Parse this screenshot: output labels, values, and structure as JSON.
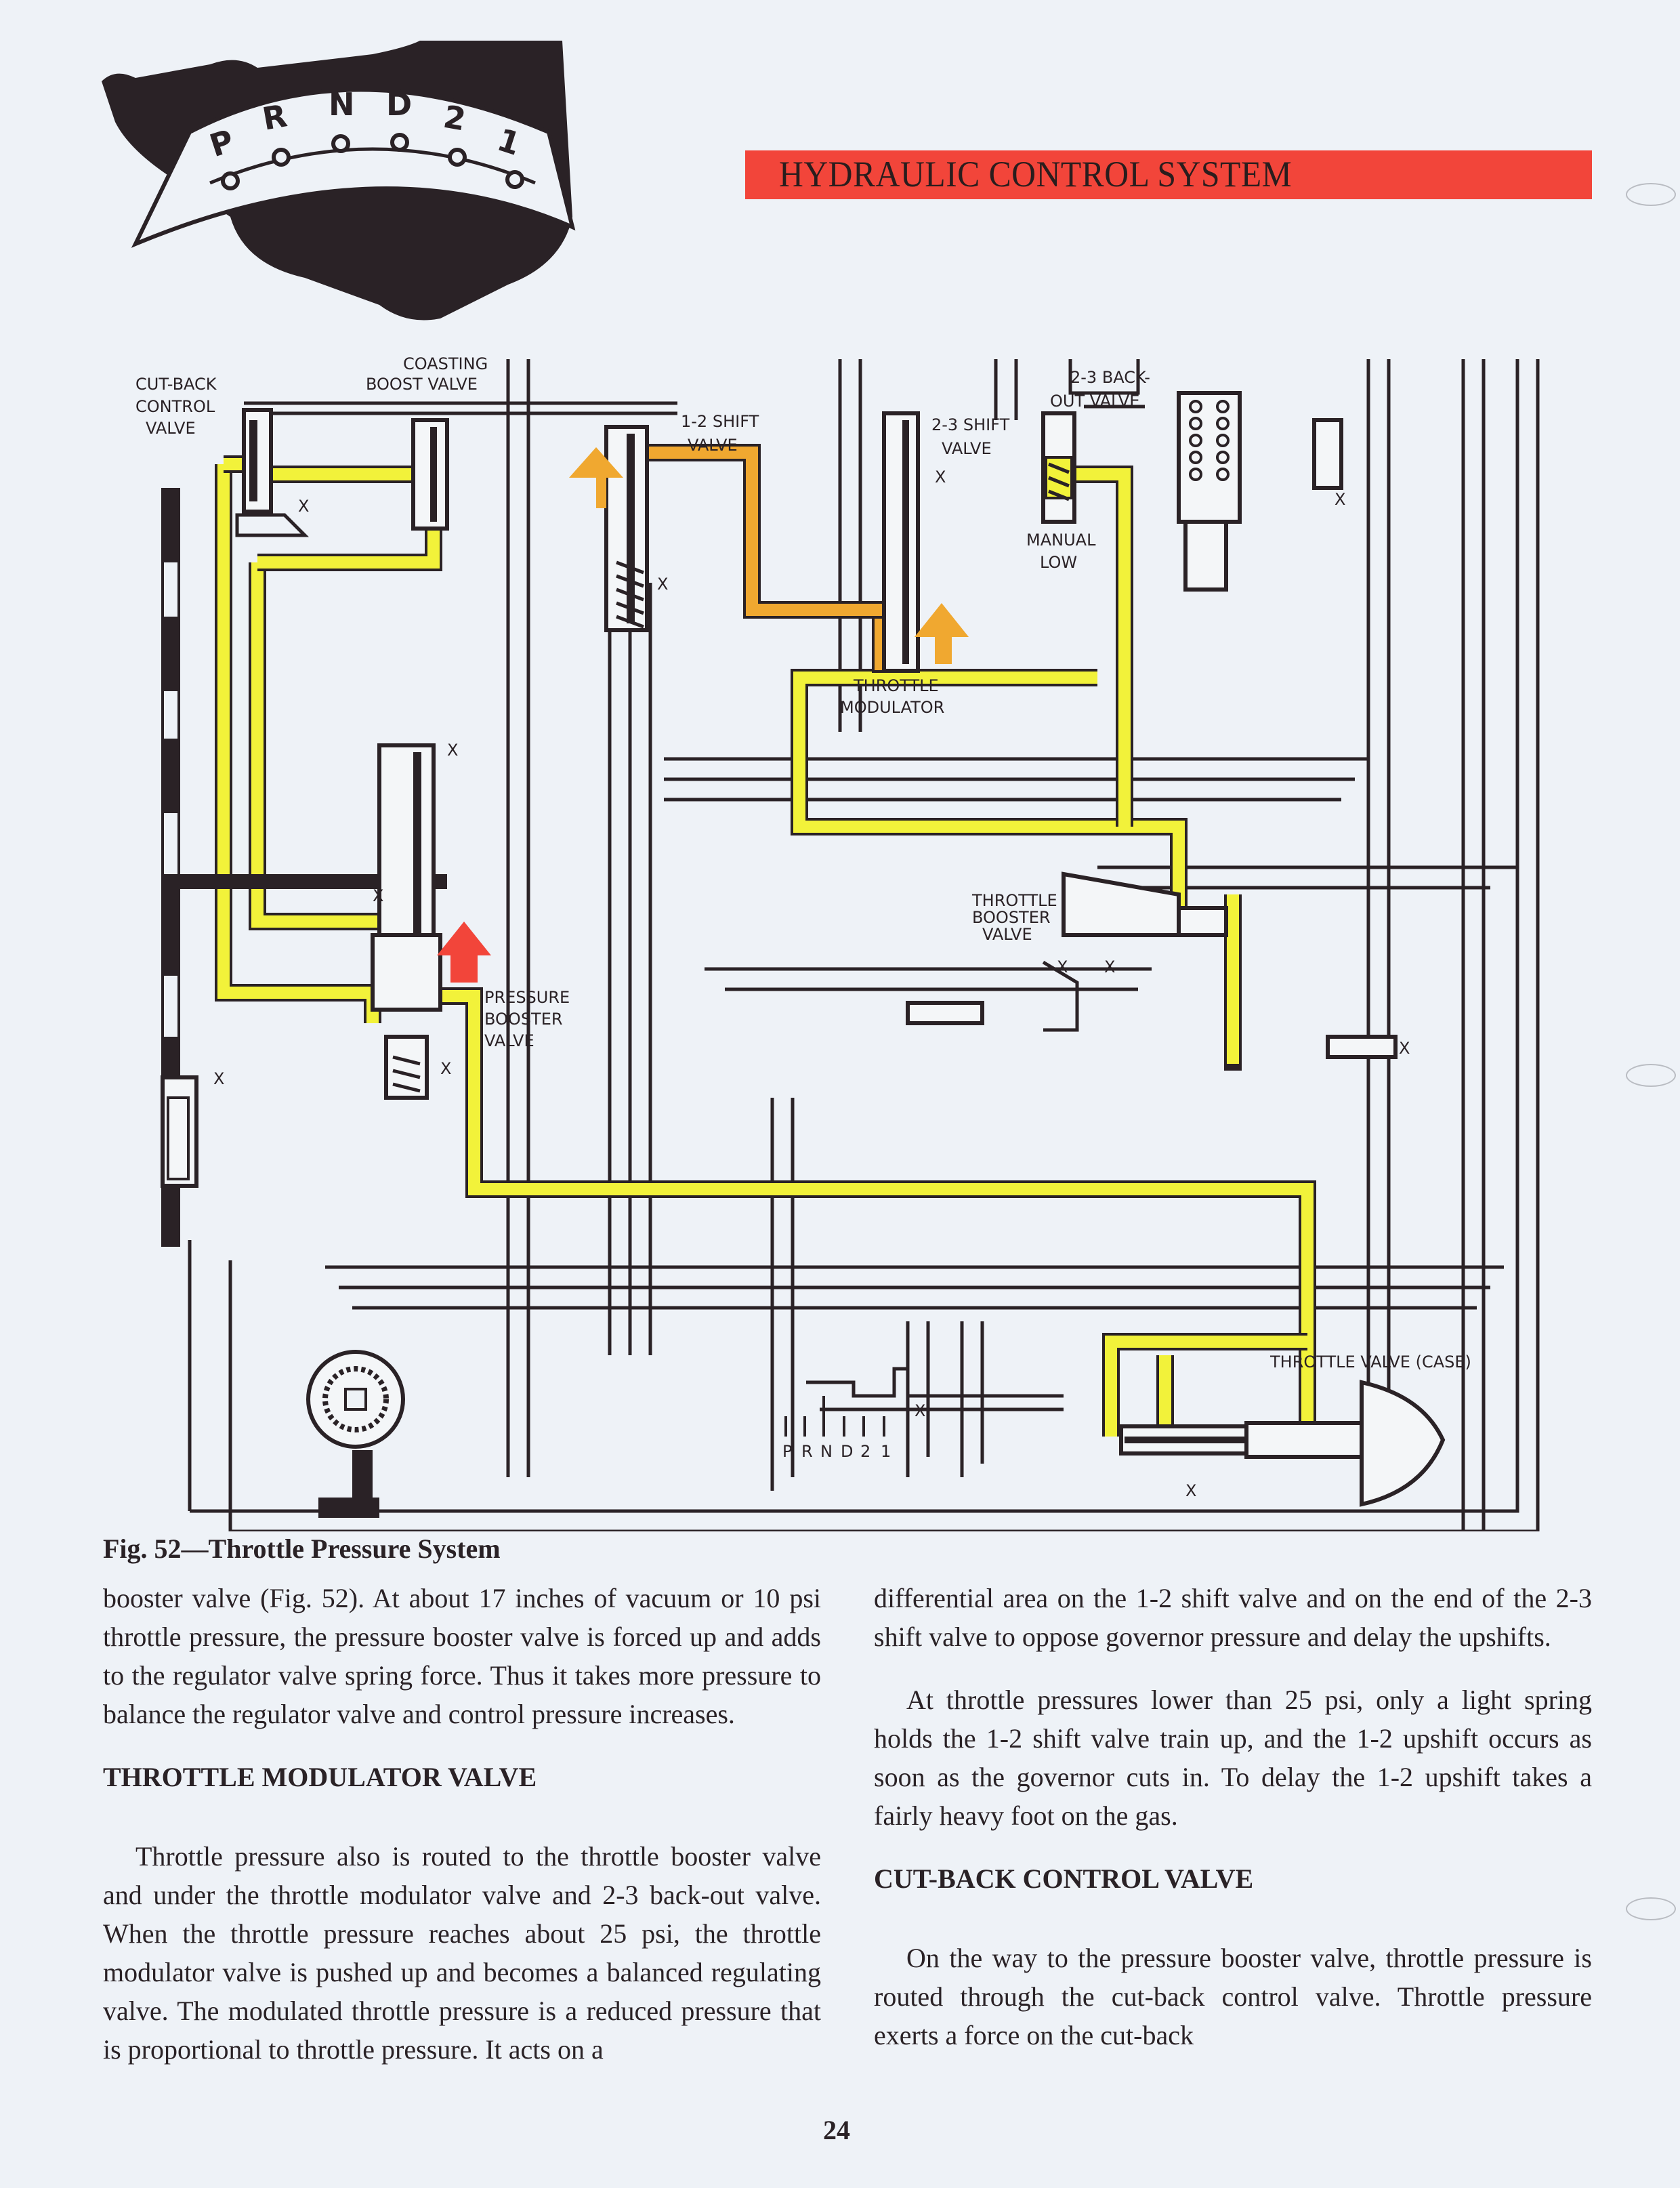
{
  "header": {
    "logo_gear_letters": [
      "P",
      "R",
      "N",
      "D",
      "2",
      "1"
    ],
    "banner_title": "HYDRAULIC CONTROL SYSTEM",
    "banner_color": "#f2453a"
  },
  "diagram": {
    "labels": {
      "cutback_control_valve": [
        "CUT-BACK",
        "CONTROL",
        "VALVE"
      ],
      "coasting_boost_valve": [
        "COASTING",
        "BOOST VALVE"
      ],
      "shift_1_2_valve": [
        "1-2 SHIFT",
        "VALVE"
      ],
      "shift_2_3_valve": [
        "2-3 SHIFT",
        "VALVE"
      ],
      "backout_2_3_valve": [
        "2-3 BACK-",
        "OUT VALVE"
      ],
      "manual_low": [
        "MANUAL",
        "LOW"
      ],
      "throttle_modulator": [
        "THROTTLE",
        "MODULATOR"
      ],
      "throttle_booster_valve": [
        "THROTTLE",
        "BOOSTER",
        "VALVE"
      ],
      "pressure_booster_valve": [
        "PRESSURE",
        "BOOSTER",
        "VALVE"
      ],
      "throttle_valve_case": "THROTTLE VALVE (CASE)",
      "manual_selector": [
        "P",
        "R",
        "N",
        "D",
        "2",
        "1"
      ],
      "exhaust_mark": "X"
    },
    "colors": {
      "throttle_pressure": "#f2f23a",
      "modulated_throttle_pressure": "#f0a830",
      "arrow": "#f2453a"
    }
  },
  "figure": {
    "caption": "Fig. 52—Throttle Pressure System"
  },
  "body": {
    "left_column": {
      "p1": "booster valve (Fig. 52). At about 17 inches of vacuum or 10 psi throttle pressure, the pressure booster valve is forced up and adds to the regulator valve spring force. Thus it takes more pressure to balance the regulator valve and control pressure increases.",
      "heading": "THROTTLE MODULATOR VALVE",
      "p2": "Throttle pressure also is routed to the throttle booster valve and under the throttle modulator valve and 2-3 back-out valve. When the throttle pressure reaches about 25 psi, the throttle modulator valve is pushed up and becomes a balanced regulating valve. The modulated throttle pressure is a reduced pressure that is proportional to throttle pressure. It acts on a"
    },
    "right_column": {
      "p1": "differential area on the 1-2 shift valve and on the end of the 2-3 shift valve to oppose governor pressure and delay the upshifts.",
      "p2": "At throttle pressures lower than 25 psi, only a light spring holds the 1-2 shift valve train up, and the 1-2 upshift occurs as soon as the governor cuts in. To delay the 1-2 upshift takes a fairly heavy foot on the gas.",
      "heading": "CUT-BACK CONTROL VALVE",
      "p3": "On the way to the pressure booster valve, throttle pressure is routed through the cut-back control valve. Throttle pressure exerts a force on the cut-back"
    }
  },
  "footer": {
    "page_number": "24"
  }
}
